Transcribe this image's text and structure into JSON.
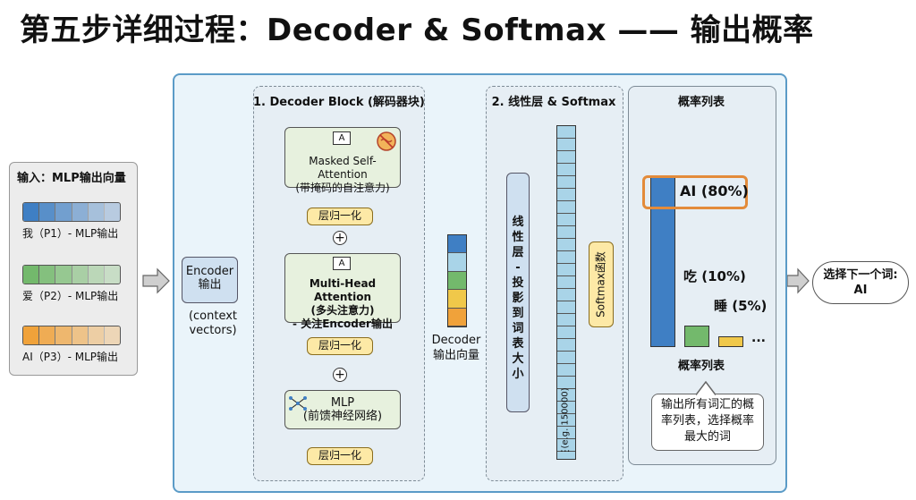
{
  "title": "第五步详细过程：Decoder & Softmax —— 输出概率",
  "input": {
    "title": "输入：MLP输出向量",
    "vectors": [
      {
        "label": "我（P1）- MLP输出",
        "color": "#3f7fc4"
      },
      {
        "label": "爱（P2）- MLP输出",
        "color": "#73b96c"
      },
      {
        "label": "AI（P3）- MLP输出",
        "color": "#f0a23a"
      }
    ]
  },
  "encoder": {
    "label": "Encoder\n输出",
    "note": "(context\nvectors)"
  },
  "decoder_block": {
    "title": "1. Decoder Block (解码器块)",
    "masked_attention": "Masked Self-Attention\n(带掩码的自注意力)",
    "attention_icon_letter": "A",
    "layer_norm": "层归一化",
    "multi_head": "Multi-Head Attention\n(多头注意力)\n- 关注Encoder输出",
    "mlp": "MLP\n(前馈神经网络)",
    "plus": "+"
  },
  "decoder_vector": {
    "label": "Decoder\n输出向量",
    "colors": [
      "#3f7fc4",
      "#a9d4e8",
      "#73b96c",
      "#f0c84a",
      "#f0a23a"
    ]
  },
  "linear": {
    "title": "2. 线性层 & Softmax",
    "layer_label": "线\n性\n层\n-\n投\n影\n到\n词\n表\n大\n小",
    "vocab_size": "(e.g. 150000)",
    "dots": "...",
    "softmax_label": "Softmax函数"
  },
  "probs": {
    "title": "概率列表",
    "axis_label": "概率列表",
    "bars": [
      {
        "word": "AI",
        "label": "AI (80%)",
        "value": 80,
        "color": "#3f7fc4"
      },
      {
        "word": "吃",
        "label": "吃 (10%)",
        "value": 10,
        "color": "#73b96c"
      },
      {
        "word": "睡",
        "label": "睡 (5%)",
        "value": 5,
        "color": "#f0c84a"
      }
    ],
    "dots": "...",
    "note": "输出所有词汇的概\n率列表，选择概率\n最大的词"
  },
  "output": {
    "label": "选择下一个词:\nAI"
  }
}
